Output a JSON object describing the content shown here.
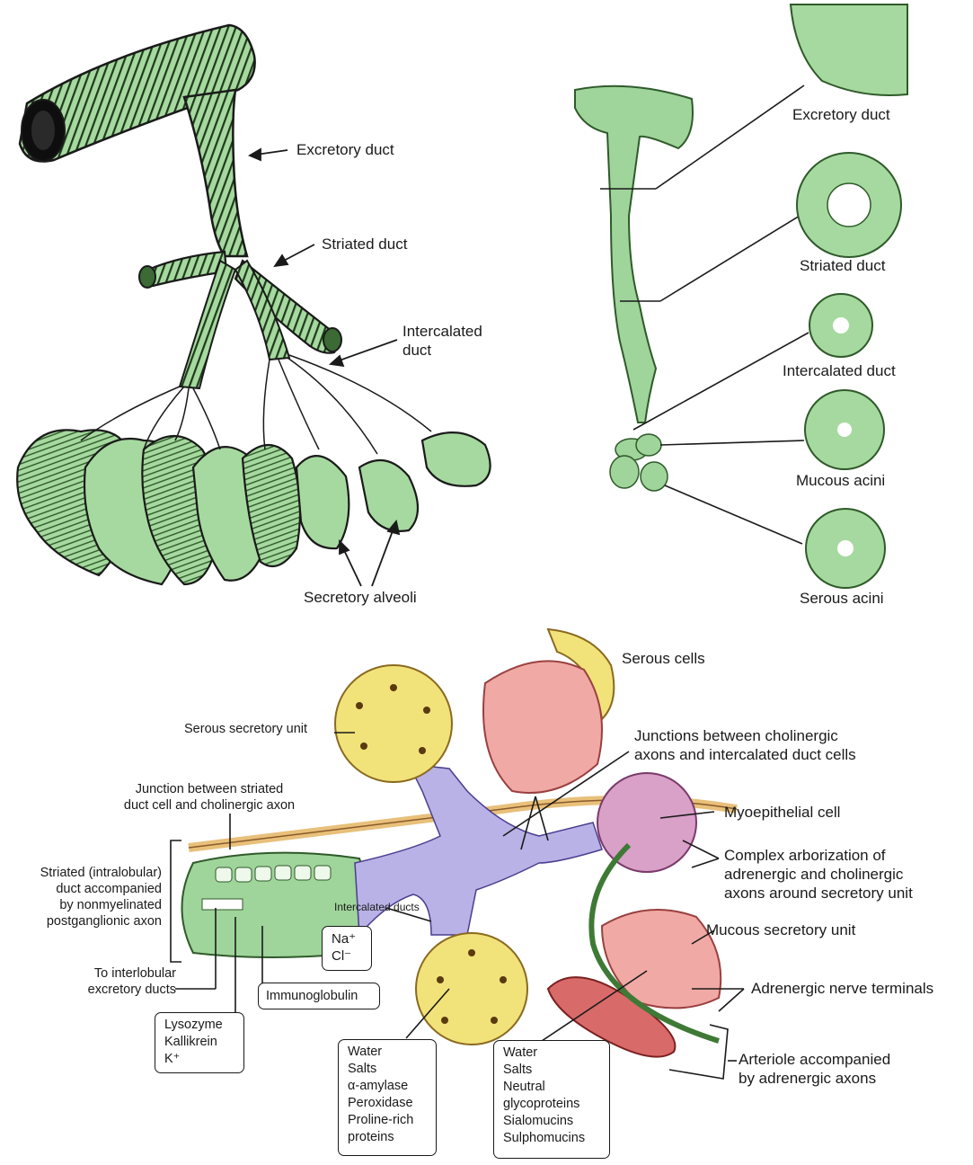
{
  "panel_top_left": {
    "excretory_duct": "Excretory duct",
    "striated_duct": "Striated duct",
    "intercalated_duct": [
      "Intercalated",
      "duct"
    ],
    "secretory_alveoli": "Secretory alveoli"
  },
  "panel_top_right": {
    "excretory_duct": "Excretory duct",
    "striated_duct": "Striated duct",
    "intercalated_duct": "Intercalated duct",
    "mucous_acini": "Mucous acini",
    "serous_acini": "Serous acini"
  },
  "panel_bottom": {
    "serous_cells": "Serous cells",
    "serous_secretory_unit": "Serous secretory unit",
    "junctions_cholinergic": [
      "Junctions between cholinergic",
      "axons and intercalated duct cells"
    ],
    "junction_striated": [
      "Junction between striated",
      "duct cell and cholinergic axon"
    ],
    "myoepithelial_cell": "Myoepithelial cell",
    "complex_arborization": [
      "Complex arborization of",
      "adrenergic and cholinergic",
      "axons around secretory unit"
    ],
    "striated_intralobular": [
      "Striated (intralobular)",
      "duct accompanied",
      "by nonmyelinated",
      "postganglionic axon"
    ],
    "intercalated_ducts": "Intercalated ducts",
    "mucous_secretory_unit": "Mucous secretory unit",
    "ions_box": [
      "Na⁺",
      "Cl⁻"
    ],
    "to_interlobular": [
      "To interlobular",
      "excretory ducts"
    ],
    "immunoglobulin": "Immunoglobulin",
    "adrenergic_terminals": "Adrenergic nerve terminals",
    "lysozyme_box": [
      "Lysozyme",
      "Kallikrein",
      "K⁺"
    ],
    "serous_secretions_box": [
      "Water",
      "Salts",
      "α-amylase",
      "Peroxidase",
      "Proline-rich",
      "proteins"
    ],
    "mucous_secretions_box": [
      "Water",
      "Salts",
      "Neutral",
      "glycoproteins",
      "Sialomucins",
      "Sulphomucins"
    ],
    "arteriole": [
      "Arteriole accompanied",
      "by adrenergic axons"
    ]
  },
  "colors": {
    "duct_green": "#9fd49a",
    "duct_dark": "#2f5a2a",
    "serous_yellow": "#f2e27a",
    "mucous_pink": "#f0a9a4",
    "intercalated_purple": "#b9b2e6",
    "myoepithelial_magenta": "#d9a0c8",
    "nerve_tan": "#e8c07a",
    "arteriole_red": "#d96a6a"
  }
}
